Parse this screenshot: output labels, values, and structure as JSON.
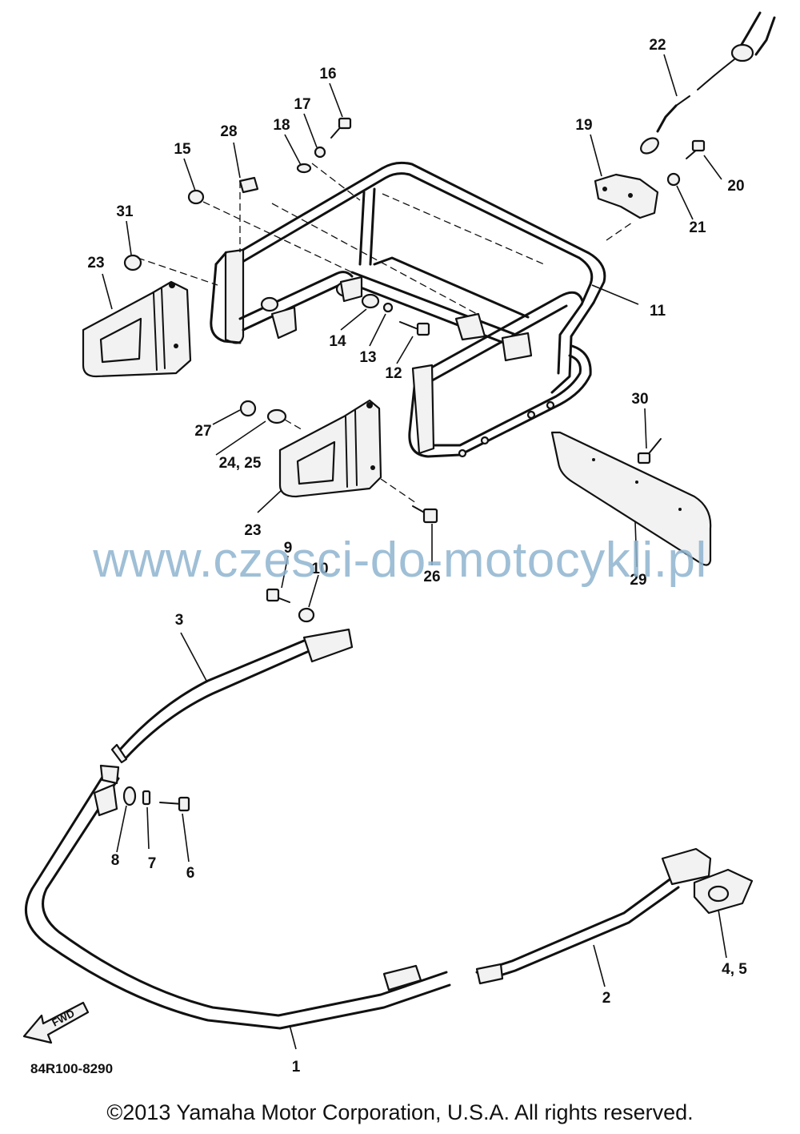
{
  "diagram": {
    "drawing_code": "84R100-8290",
    "fwd_label": "FWD",
    "callouts": [
      {
        "id": "c1",
        "label": "1"
      },
      {
        "id": "c2",
        "label": "2"
      },
      {
        "id": "c3",
        "label": "3"
      },
      {
        "id": "c45",
        "label": "4, 5"
      },
      {
        "id": "c6",
        "label": "6"
      },
      {
        "id": "c7",
        "label": "7"
      },
      {
        "id": "c8",
        "label": "8"
      },
      {
        "id": "c9",
        "label": "9"
      },
      {
        "id": "c10",
        "label": "10"
      },
      {
        "id": "c11",
        "label": "11"
      },
      {
        "id": "c12",
        "label": "12"
      },
      {
        "id": "c13",
        "label": "13"
      },
      {
        "id": "c14",
        "label": "14"
      },
      {
        "id": "c15",
        "label": "15"
      },
      {
        "id": "c16",
        "label": "16"
      },
      {
        "id": "c17",
        "label": "17"
      },
      {
        "id": "c18",
        "label": "18"
      },
      {
        "id": "c19",
        "label": "19"
      },
      {
        "id": "c20",
        "label": "20"
      },
      {
        "id": "c21",
        "label": "21"
      },
      {
        "id": "c22",
        "label": "22"
      },
      {
        "id": "c23a",
        "label": "23"
      },
      {
        "id": "c23b",
        "label": "23"
      },
      {
        "id": "c2425",
        "label": "24, 25"
      },
      {
        "id": "c26",
        "label": "26"
      },
      {
        "id": "c27",
        "label": "27"
      },
      {
        "id": "c28",
        "label": "28"
      },
      {
        "id": "c29",
        "label": "29"
      },
      {
        "id": "c30",
        "label": "30"
      },
      {
        "id": "c31",
        "label": "31"
      }
    ]
  },
  "watermark": "www.czesci-do-motocykli.pl",
  "copyright": "©2013 Yamaha Motor Corporation, U.S.A. All rights reserved."
}
